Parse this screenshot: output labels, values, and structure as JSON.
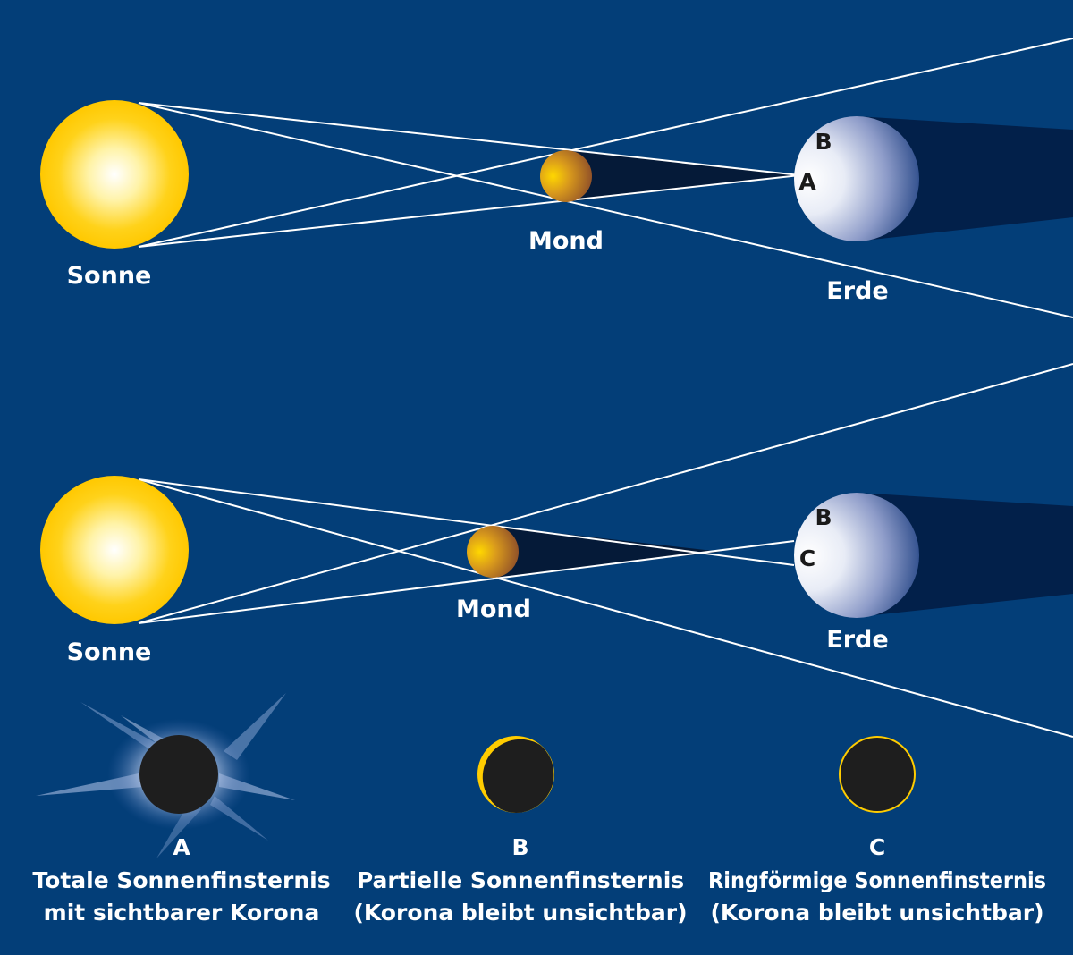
{
  "diagram_top": {
    "sun_label": "Sonne",
    "moon_label": "Mond",
    "earth_label": "Erde",
    "point_a": "A",
    "point_b": "B"
  },
  "diagram_bottom": {
    "sun_label": "Sonne",
    "moon_label": "Mond",
    "earth_label": "Erde",
    "point_b": "B",
    "point_c": "C"
  },
  "legend": [
    {
      "letter": "A",
      "line1": "Totale Sonnenfinsternis",
      "line2": "mit sichtbarer Korona"
    },
    {
      "letter": "B",
      "line1": "Partielle Sonnenfinsternis",
      "line2": "(Korona bleibt unsichtbar)"
    },
    {
      "letter": "C",
      "line1": "Ringförmige Sonnenfinsternis",
      "line2": "(Korona bleibt unsichtbar)"
    }
  ],
  "colors": {
    "background": "#033e78",
    "sun": "#ffcc00",
    "rays": "#ffffff",
    "earth_shadow": "#02214a",
    "eclipse_disk": "#1e1e1e"
  }
}
